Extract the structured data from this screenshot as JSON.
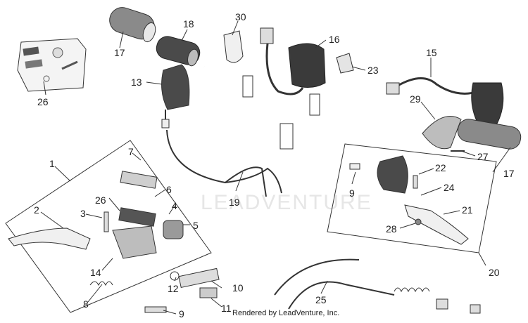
{
  "callouts": {
    "c1": "1",
    "c2": "2",
    "c3": "3",
    "c4": "4",
    "c5": "5",
    "c6": "6",
    "c7": "7",
    "c8": "8",
    "c9a": "9",
    "c9b": "9",
    "c10": "10",
    "c11": "11",
    "c12": "12",
    "c13": "13",
    "c14": "14",
    "c15": "15",
    "c16": "16",
    "c17a": "17",
    "c17b": "17",
    "c18": "18",
    "c19": "19",
    "c20": "20",
    "c21": "21",
    "c22": "22",
    "c23": "23",
    "c24": "24",
    "c25": "25",
    "c26a": "26",
    "c26b": "26",
    "c27": "27",
    "c28": "28",
    "c29": "29",
    "c30": "30"
  },
  "watermark": "LEADVENTURE",
  "credit": "Rendered by LeadVenture, Inc.",
  "colors": {
    "grip": "#8a8a8a",
    "grip_dark": "#4a4a4a",
    "body_dark": "#3a3a3a",
    "metal": "#d0d0d0",
    "line": "#333333"
  }
}
